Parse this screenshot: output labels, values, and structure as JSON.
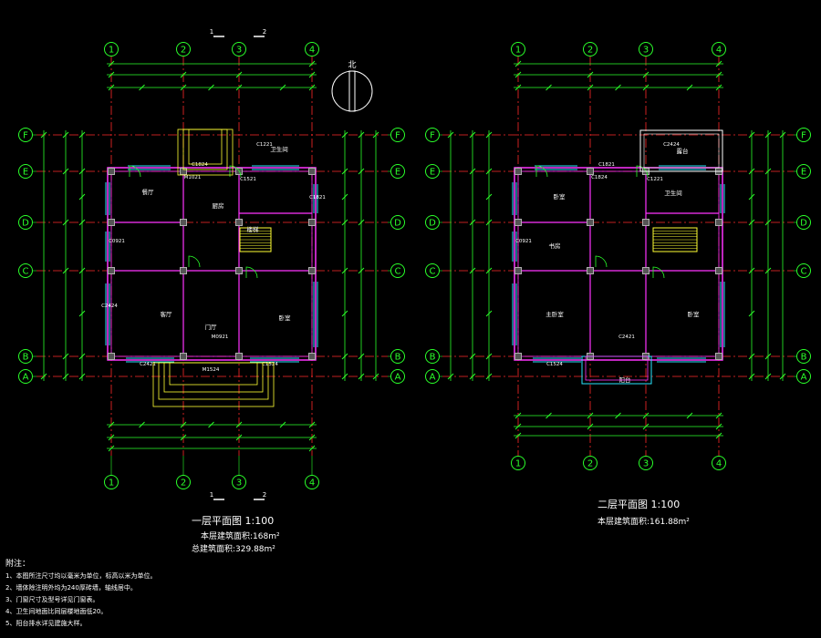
{
  "drawing": {
    "background": "#000000",
    "colors": {
      "axis": "#ff2a2a",
      "dim": "#2aff2a",
      "wall": "#ff33ff",
      "window": "#29e6ff",
      "text": "#ffffff",
      "stair": "#ffff33",
      "door": "#2aff2a",
      "column": "#b0b0b0"
    }
  },
  "grid": {
    "v_labels": [
      "1",
      "2",
      "3",
      "4"
    ],
    "h_labels": [
      "F",
      "E",
      "D",
      "C",
      "B",
      "A"
    ]
  },
  "section_marks": [
    "1",
    "2",
    "1",
    "2"
  ],
  "north": {
    "label": "北"
  },
  "plan1": {
    "title": "一层平面图",
    "scale": "1:100",
    "area_line": "本层建筑面积:168m²",
    "total_line": "总建筑面积:329.88m²",
    "room_labels": [
      "卫生间",
      "餐厅",
      "厨房",
      "客厅",
      "卧室",
      "楼梯",
      "门厅"
    ],
    "window_tags": [
      "C1824",
      "C1221",
      "C0921",
      "M1021",
      "C1521",
      "M0921",
      "C2421",
      "C1524",
      "C2424",
      "C1821",
      "M1524"
    ]
  },
  "plan2": {
    "title": "二层平面图",
    "scale": "1:100",
    "area_line": "本层建筑面积:161.88m²",
    "room_labels": [
      "卧室",
      "书房",
      "卫生间",
      "主卧室",
      "卧室",
      "阳台",
      "露台"
    ],
    "window_tags": [
      "C1821",
      "C2424",
      "C0921",
      "C1824",
      "C1221",
      "C2421",
      "C1524"
    ]
  },
  "notes": {
    "title": "附注：",
    "lines": [
      "1、本图所注尺寸均以毫米为单位，标高以米为单位。",
      "2、墙体除注明外均为240厚砖墙，轴线居中。",
      "3、门窗尺寸及型号详见门窗表。",
      "4、卫生间地面比同层楼地面低20。",
      "5、阳台排水详见建施大样。"
    ]
  }
}
